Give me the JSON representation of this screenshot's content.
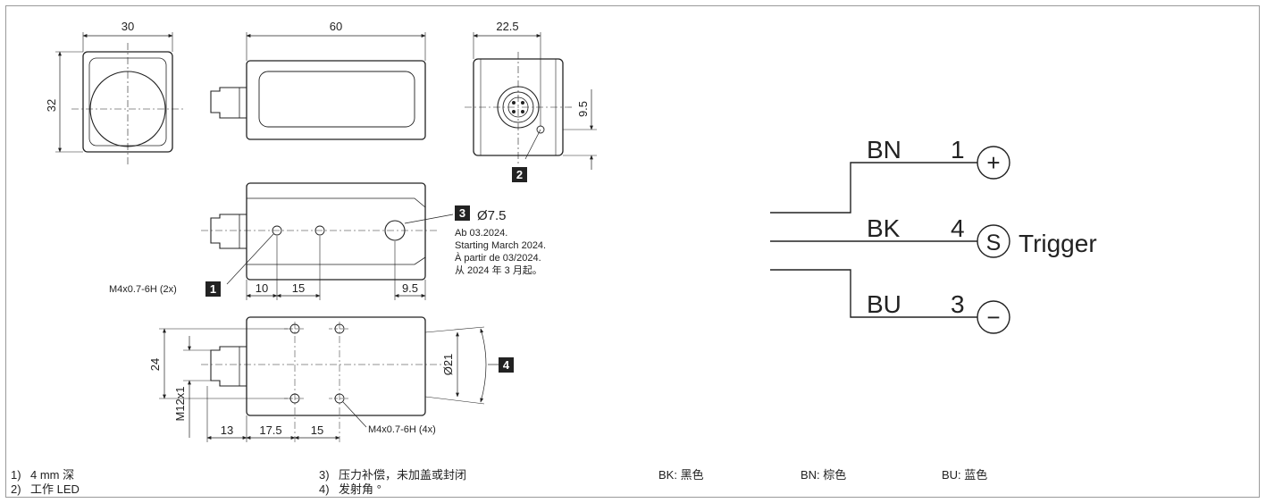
{
  "drawing": {
    "dims": {
      "front_width": "30",
      "front_height": "32",
      "side_length": "60",
      "rear_width": "22.5",
      "rear_offset": "9.5",
      "hole_diameter": "Ø7.5",
      "thread_2x": "M4x0.7-6H (2x)",
      "thread_4x": "M4x0.7-6H (4x)",
      "d_10": "10",
      "d_15a": "15",
      "d_9_5b": "9.5",
      "d_24": "24",
      "d_m12": "M12x1",
      "d_21": "Ø21",
      "d_13": "13",
      "d_17_5": "17.5",
      "d_15b": "15"
    },
    "callouts": {
      "c1": "1",
      "c2": "2",
      "c3": "3",
      "c4": "4"
    },
    "note_lines": [
      "Ab 03.2024.",
      "Starting March 2024.",
      "À partir de 03/2024.",
      "从 2024 年 3 月起。"
    ]
  },
  "wiring": {
    "wires": [
      {
        "color": "BN",
        "pin": "1",
        "symbol": "+"
      },
      {
        "color": "BK",
        "pin": "4",
        "symbol": "S",
        "label": "Trigger"
      },
      {
        "color": "BU",
        "pin": "3",
        "symbol": "−"
      }
    ]
  },
  "legend": {
    "notes": [
      {
        "num": "1)",
        "text": "4 mm 深"
      },
      {
        "num": "2)",
        "text": "工作 LED"
      },
      {
        "num": "3)",
        "text": "压力补偿，未加盖或封闭"
      },
      {
        "num": "4)",
        "text": "发射角 °"
      }
    ],
    "colors": [
      {
        "text": "BK: 黑色"
      },
      {
        "text": "BN: 棕色"
      },
      {
        "text": "BU: 蓝色"
      }
    ]
  }
}
